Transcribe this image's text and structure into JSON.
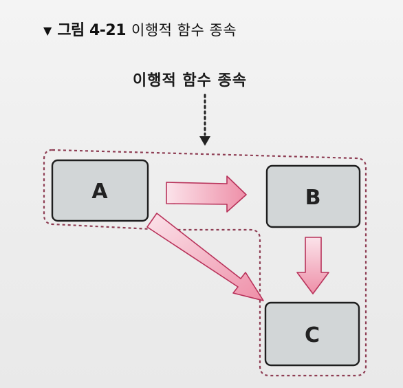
{
  "figure": {
    "number": "그림 4-21",
    "title": "이행적 함수 종속"
  },
  "diagram": {
    "dependency_label": "이행적 함수 종속",
    "nodes": [
      {
        "id": "A",
        "label": "A"
      },
      {
        "id": "B",
        "label": "B"
      },
      {
        "id": "C",
        "label": "C"
      }
    ],
    "edges": [
      {
        "from": "A",
        "to": "B"
      },
      {
        "from": "B",
        "to": "C"
      },
      {
        "from": "A",
        "to": "C"
      }
    ],
    "colors": {
      "node_fill": "#d2d6d7",
      "node_stroke": "#1e1e1e",
      "arrow_fill": "#f2b3c4",
      "arrow_stroke": "#b8325a",
      "group_outline": "#8e3d53",
      "pointer": "#222222"
    }
  }
}
